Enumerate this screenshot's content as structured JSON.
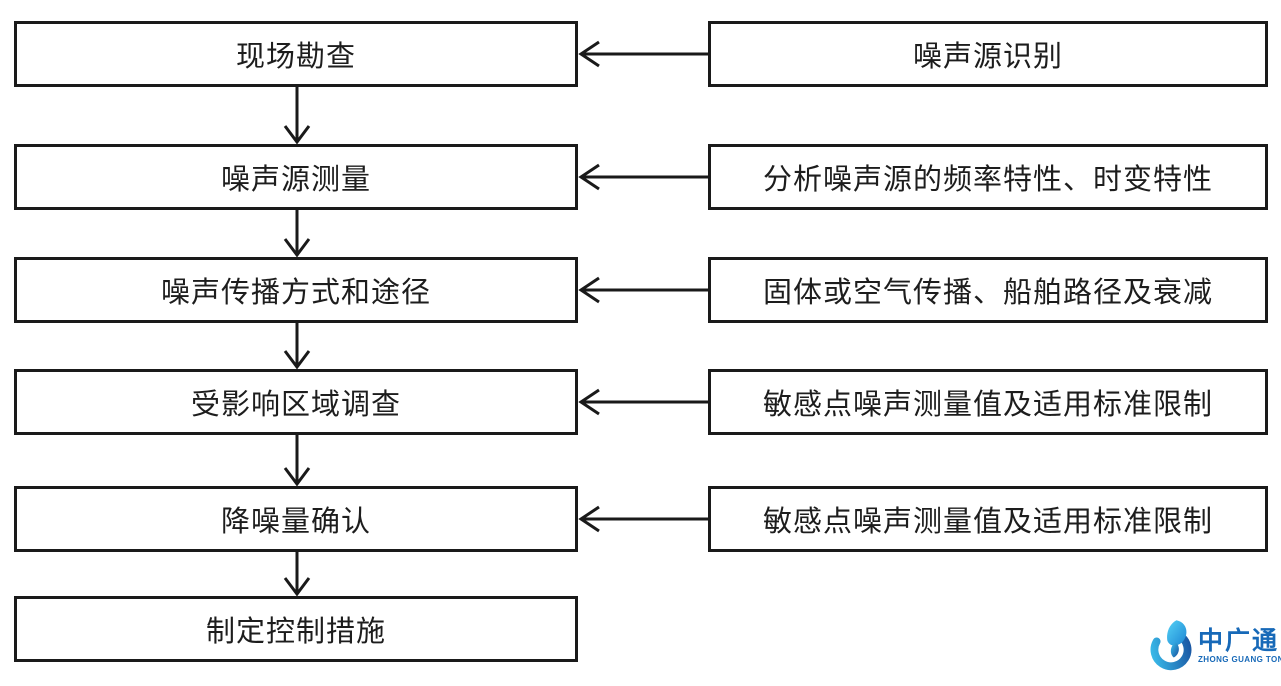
{
  "flowchart": {
    "steps": [
      {
        "label": "现场勘查"
      },
      {
        "label": "噪声源测量"
      },
      {
        "label": "噪声传播方式和途径"
      },
      {
        "label": "受影响区域调查"
      },
      {
        "label": "降噪量确认"
      },
      {
        "label": "制定控制措施"
      }
    ],
    "annotations": [
      {
        "label": "噪声源识别"
      },
      {
        "label": "分析噪声源的频率特性、时变特性"
      },
      {
        "label": "固体或空气传播、船舶路径及衰减"
      },
      {
        "label": "敏感点噪声测量值及适用标准限制"
      },
      {
        "label": "敏感点噪声测量值及适用标准限制"
      }
    ]
  },
  "logo": {
    "brand": "中广通",
    "brand_latin": "ZHONG GUANG TONG"
  },
  "colors": {
    "line": "#1a1a1a",
    "logo_blue": "#1769b8",
    "logo_cyan": "#3cc1ee"
  }
}
